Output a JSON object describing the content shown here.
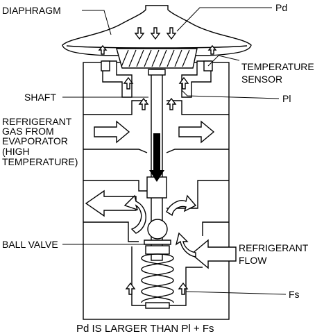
{
  "labels": {
    "diaphragm": "DIAPHRAGM",
    "pd": "Pd",
    "temperature_sensor_1": "TEMPERATURE",
    "temperature_sensor_2": "SENSOR",
    "shaft": "SHAFT",
    "pl": "Pl",
    "gas_1": "REFRIGERANT",
    "gas_2": "GAS FROM",
    "gas_3": "EVAPORATOR",
    "gas_4": "(HIGH",
    "gas_5": "TEMPERATURE)",
    "ball_valve": "BALL VALVE",
    "flow_1": "REFRIGERANT",
    "flow_2": "FLOW",
    "fs": "Fs"
  },
  "caption": "Pd IS LARGER THAN Pl + Fs"
}
